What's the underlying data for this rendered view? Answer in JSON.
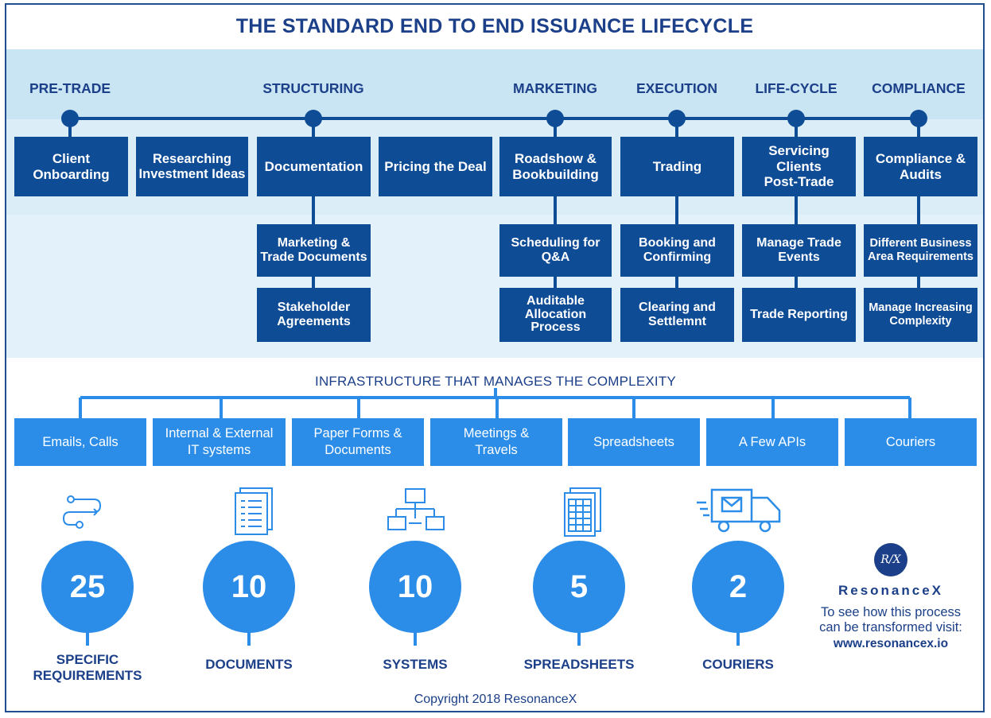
{
  "title": "THE STANDARD END TO END ISSUANCE LIFECYCLE",
  "phases": [
    "PRE-TRADE",
    "STRUCTURING",
    "MARKETING",
    "EXECUTION",
    "LIFE-CYCLE",
    "COMPLIANCE"
  ],
  "top_boxes": [
    [
      "Client",
      "Onboarding"
    ],
    [
      "Researching",
      "Investment Ideas"
    ],
    [
      "Documentation"
    ],
    [
      "Pricing the Deal"
    ],
    [
      "Roadshow &",
      "Bookbuilding"
    ],
    [
      "Trading"
    ],
    [
      "Servicing Clients",
      "Post-Trade"
    ],
    [
      "Compliance &",
      "Audits"
    ]
  ],
  "sub_boxes": {
    "structuring": [
      [
        "Marketing &",
        "Trade Documents"
      ],
      [
        "Stakeholder",
        "Agreements"
      ]
    ],
    "marketing": [
      [
        "Scheduling for",
        "Q&A"
      ],
      [
        "Auditable",
        "Allocation",
        "Process"
      ]
    ],
    "execution": [
      [
        "Booking and",
        "Confirming"
      ],
      [
        "Clearing and",
        "Settlemnt"
      ]
    ],
    "lifecycle": [
      [
        "Manage Trade",
        "Events"
      ],
      [
        "Trade Reporting"
      ]
    ],
    "compliance": [
      [
        "Different Business",
        "Area Requirements"
      ],
      [
        "Manage Increasing",
        "Complexity"
      ]
    ]
  },
  "infrastructure": {
    "title": "INFRASTRUCTURE THAT MANAGES THE COMPLEXITY",
    "items": [
      [
        "Emails, Calls"
      ],
      [
        "Internal & External",
        "IT systems"
      ],
      [
        "Paper Forms &",
        "Documents"
      ],
      [
        "Meetings &",
        "Travels"
      ],
      [
        "Spreadsheets"
      ],
      [
        "A Few APIs"
      ],
      [
        "Couriers"
      ]
    ]
  },
  "stats": [
    {
      "icon": "flow-icon",
      "value": "25",
      "label": [
        "SPECIFIC",
        "REQUIREMENTS"
      ]
    },
    {
      "icon": "document-icon",
      "value": "10",
      "label": [
        "DOCUMENTS"
      ]
    },
    {
      "icon": "network-icon",
      "value": "10",
      "label": [
        "SYSTEMS"
      ]
    },
    {
      "icon": "spreadsheet-icon",
      "value": "5",
      "label": [
        "SPREADSHEETS"
      ]
    },
    {
      "icon": "truck-icon",
      "value": "2",
      "label": [
        "COURIERS"
      ]
    }
  ],
  "brand": {
    "logo": "R/X",
    "name": "ResonanceX",
    "text": [
      "To see how this process",
      "can be transformed visit:"
    ],
    "url": "www.resonancex.io"
  },
  "copyright": "Copyright 2018 ResonanceX",
  "colors": {
    "navy": "#1b3f88",
    "dark_box": "#0f4c96",
    "light_box": "#2b8de8",
    "band": "#c9e4f3",
    "icon": "#2b8de8"
  }
}
